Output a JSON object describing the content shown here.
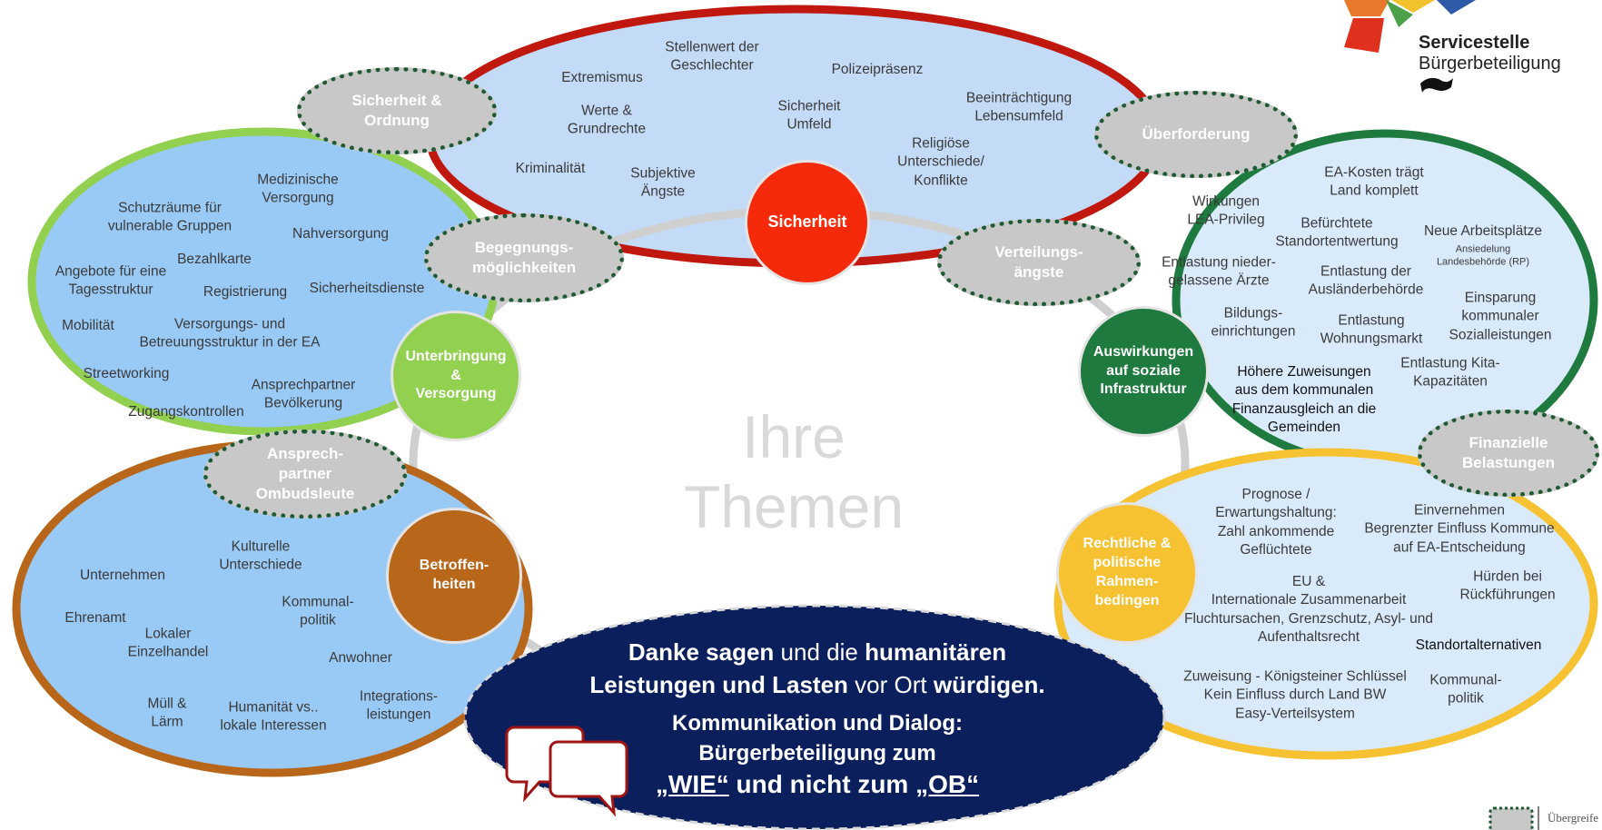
{
  "center": {
    "line1": "Ihre",
    "line2": "Themen"
  },
  "hubs": {
    "sicherheit": "Sicherheit",
    "unterbringung": "Unterbringung\n&\nVersorgung",
    "betroffenheiten": "Betroffen-\nheiten",
    "auswirkungen": "Auswirkungen\nauf soziale\nInfrastruktur",
    "rechtliche": "Rechtliche &\npolitische\nRahmen-\nbedingen"
  },
  "categories": {
    "sicherheit_ordnung": "Sicherheit &\nOrdnung",
    "begegnung": "Begegnungs-\nmöglichkeiten",
    "verteilung": "Verteilungs-\nängste",
    "ueberforderung": "Überforderung",
    "ansprech": "Ansprech-\npartner\nOmbudsleute",
    "finanzielle": "Finanzielle\nBelastungen"
  },
  "terms": {
    "stellenwert": "Stellenwert der\nGeschlechter",
    "extremismus": "Extremismus",
    "polizei": "Polizeipräsenz",
    "werte": "Werte &\nGrundrechte",
    "umfeld": "Sicherheit\nUmfeld",
    "beeintraechtigung": "Beeinträchtigung\nLebensumfeld",
    "kriminalitaet": "Kriminalität",
    "aengste": "Subjektive\nÄngste",
    "religioese": "Religiöse\nUnterschiede/\nKonflikte",
    "medizinische": "Medizinische\nVersorgung",
    "schutzraeume": "Schutzräume für\nvulnerable Gruppen",
    "nahversorgung": "Nahversorgung",
    "bezahlkarte": "Bezahlkarte",
    "tagesstruktur": "Angebote für eine\nTagesstruktur",
    "registrierung": "Registrierung",
    "sicherheitsdienste": "Sicherheitsdienste",
    "mobilitaet": "Mobilität",
    "betreuung": "Versorgungs- und\nBetreuungsstruktur in der EA",
    "streetworking": "Streetworking",
    "ansprechpartner": "Ansprechpartner\nBevölkerung",
    "zugang": "Zugangskontrollen",
    "kulturelle": "Kulturelle\nUnterschiede",
    "unternehmen": "Unternehmen",
    "kommunalpolitik_l": "Kommunal-\npolitik",
    "ehrenamt": "Ehrenamt",
    "einzelhandel": "Lokaler\nEinzelhandel",
    "anwohner": "Anwohner",
    "muell": "Müll &\nLärm",
    "humanitaet": "Humanität vs..\nlokale Interessen",
    "integration": "Integrations-\nleistungen",
    "ea_kosten": "EA-Kosten trägt\nLand komplett",
    "wirkungen": "Wirkungen\nLEA-Privileg",
    "befuerchtete": "Befürchtete\nStandortentwertung",
    "arbeitsplaetze": "Neue Arbeitsplätze",
    "ansiedelung": "Ansiedelung\nLandesbehörde (RP)",
    "entlastung_aerzte": "Entlastung nieder-\ngelassene Ärzte",
    "entlastung_ausl": "Entlastung der\nAusländerbehörde",
    "bildung": "Bildungs-\neinrichtungen",
    "wohnung": "Entlastung\nWohnungsmarkt",
    "einsparung": "Einsparung\nkommunaler\nSozialleistungen",
    "zuweisungen": "Höhere Zuweisungen\naus dem kommunalen\nFinanzausgleich an die\nGemeinden",
    "kita": "Entlastung Kita-\nKapazitäten",
    "prognose": "Prognose /\nErwartungshaltung:\nZahl ankommende\nGeflüchtete",
    "einvernehmen": "Einvernehmen\nBegrenzter Einfluss Kommune\nauf EA-Entscheidung",
    "eu": "EU &\nInternationale Zusammenarbeit\nFluchtursachen, Grenzschutz, Asyl- und\nAufenthaltsrecht",
    "huerden": "Hürden bei\nRückführungen",
    "standortalt": "Standortalternativen",
    "zuweisung_k": "Zuweisung - Königsteiner Schlüssel\nKein Einfluss durch Land BW\nEasy-Verteilsystem",
    "kommunalpolitik_r": "Kommunal-\npolitik"
  },
  "banner": {
    "line1_b1": "Danke sagen",
    "line1_t1": " und die ",
    "line1_b2": "humanitären",
    "line2_b1": "Leistungen und Lasten",
    "line2_t1": " vor Ort ",
    "line2_b2": "würdigen.",
    "line3": "Kommunikation und Dialog:",
    "line4": "Bürgerbeteiligung zum",
    "line5_u1": "„WIE“",
    "line5_t": " und nicht zum ",
    "line5_u2": "„OB“"
  },
  "brand": {
    "line1": "Servicestelle",
    "line2": "Bürgerbeteiligung"
  },
  "legend": {
    "label": "Übergreife"
  },
  "colors": {
    "sicherheit": "#f52a0a",
    "unterbringung": "#92d050",
    "betroffenheiten": "#b8661a",
    "auswirkungen": "#1e7a3e",
    "rechtliche": "#f7c232",
    "banner": "#0b1f5c",
    "blob_fill": "#99c9f5",
    "blob_fill_light": "#d9ebfb"
  }
}
